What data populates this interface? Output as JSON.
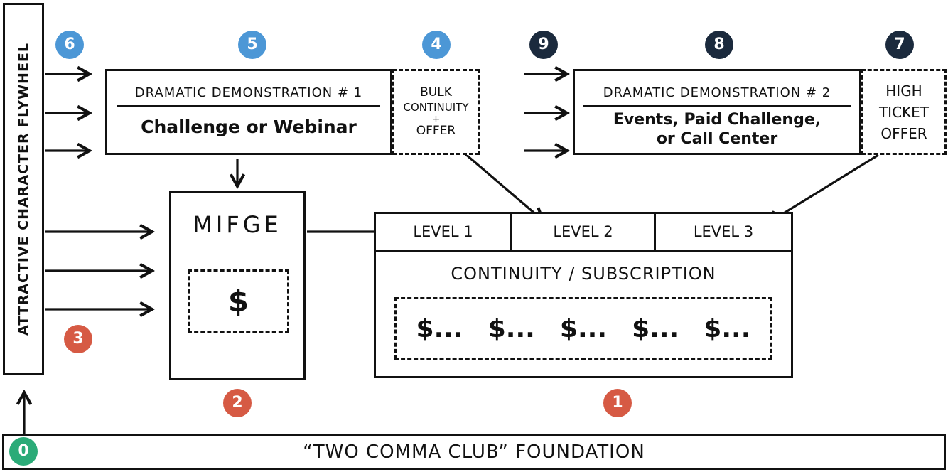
{
  "flywheel": {
    "label": "ATTRACTIVE CHARACTER FLYWHEEL"
  },
  "foundation": {
    "label": "“TWO COMMA CLUB” FOUNDATION"
  },
  "demo1": {
    "title": "DRAMATIC DEMONSTRATION # 1",
    "subtitle": "Challenge or Webinar"
  },
  "bulk_offer": {
    "line1": "BULK",
    "line2": "CONTINUITY",
    "line3": "+",
    "line4": "OFFER"
  },
  "demo2": {
    "title": "DRAMATIC DEMONSTRATION # 2",
    "subtitle_line1": "Events, Paid Challenge,",
    "subtitle_line2": "or Call Center"
  },
  "high_ticket": {
    "line1": "HIGH",
    "line2": "TICKET",
    "line3": "OFFER"
  },
  "mifge": {
    "title": "MIFGE",
    "symbol": "$"
  },
  "continuity": {
    "levels": [
      "LEVEL 1",
      "LEVEL 2",
      "LEVEL 3"
    ],
    "title": "CONTINUITY / SUBSCRIPTION",
    "payments": [
      "$...",
      "$...",
      "$...",
      "$...",
      "$..."
    ]
  },
  "badges": {
    "b0": "0",
    "b1": "1",
    "b2": "2",
    "b3": "3",
    "b4": "4",
    "b5": "5",
    "b6": "6",
    "b7": "7",
    "b8": "8",
    "b9": "9"
  },
  "colors": {
    "green": "#2bab78",
    "red": "#d65a44",
    "lightblue": "#4c97d6",
    "navy": "#1b2a3d",
    "ink": "#111111"
  }
}
